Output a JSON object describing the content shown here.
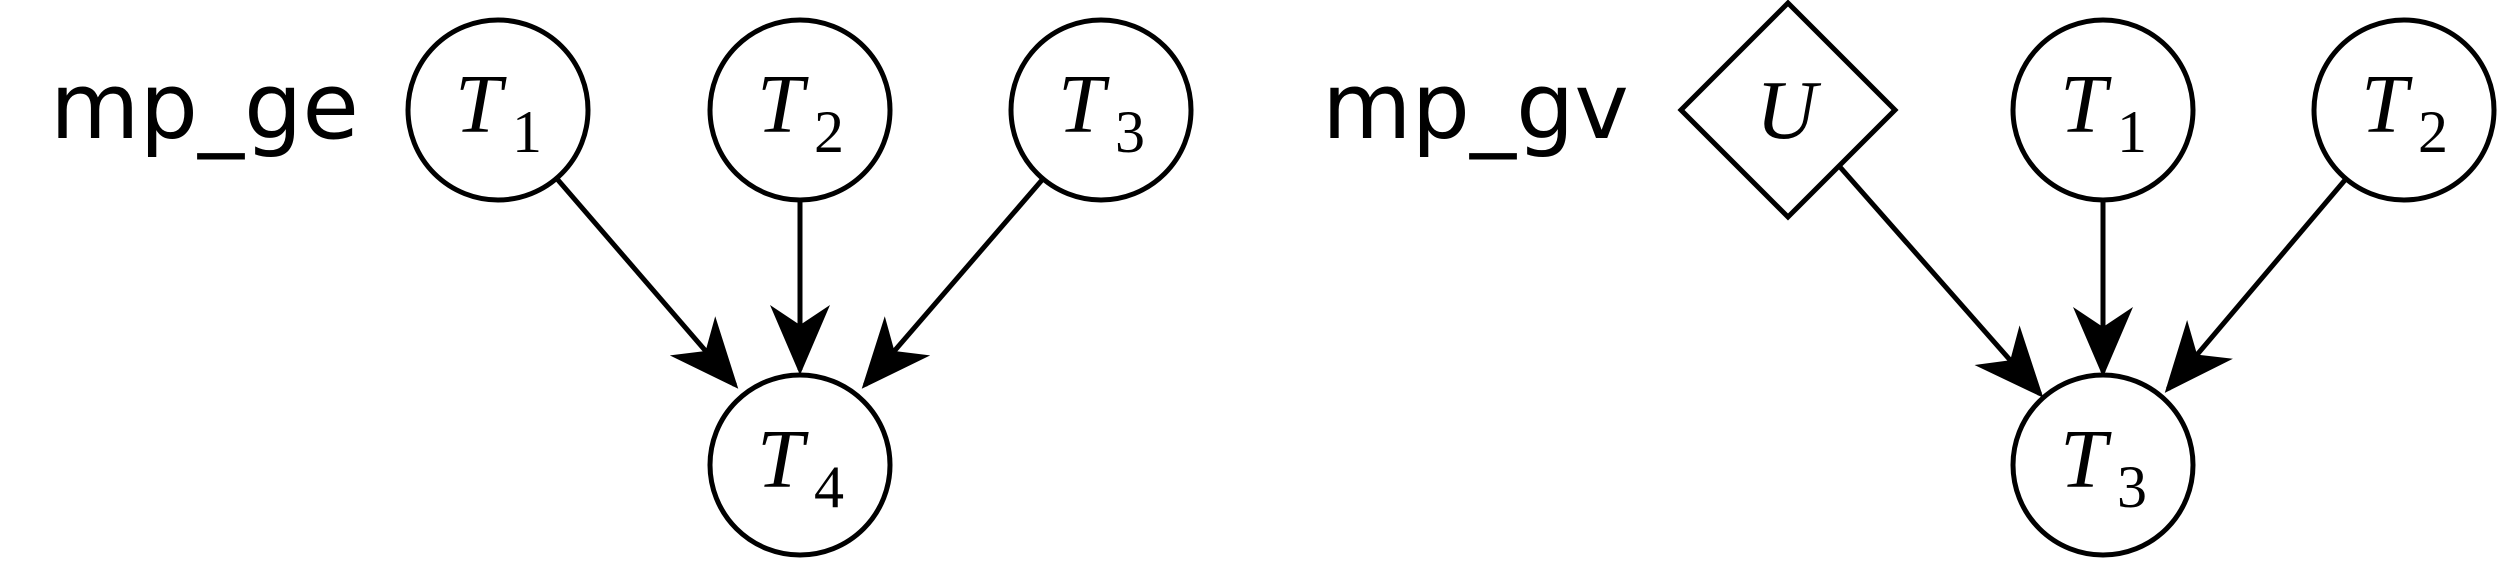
{
  "diagrams": [
    {
      "label": "mp_ge",
      "nodes": [
        {
          "id": "T1",
          "var": "T",
          "sub": "1",
          "shape": "circle"
        },
        {
          "id": "T2",
          "var": "T",
          "sub": "2",
          "shape": "circle"
        },
        {
          "id": "T3",
          "var": "T",
          "sub": "3",
          "shape": "circle"
        },
        {
          "id": "T4",
          "var": "T",
          "sub": "4",
          "shape": "circle"
        }
      ],
      "edges": [
        {
          "from": "T1",
          "to": "T4"
        },
        {
          "from": "T2",
          "to": "T4"
        },
        {
          "from": "T3",
          "to": "T4"
        }
      ]
    },
    {
      "label": "mp_gv",
      "nodes": [
        {
          "id": "U",
          "var": "U",
          "sub": "",
          "shape": "diamond"
        },
        {
          "id": "T1",
          "var": "T",
          "sub": "1",
          "shape": "circle"
        },
        {
          "id": "T2",
          "var": "T",
          "sub": "2",
          "shape": "circle"
        },
        {
          "id": "T3",
          "var": "T",
          "sub": "3",
          "shape": "circle"
        }
      ],
      "edges": [
        {
          "from": "U",
          "to": "T3"
        },
        {
          "from": "T1",
          "to": "T3"
        },
        {
          "from": "T2",
          "to": "T3"
        }
      ]
    }
  ]
}
